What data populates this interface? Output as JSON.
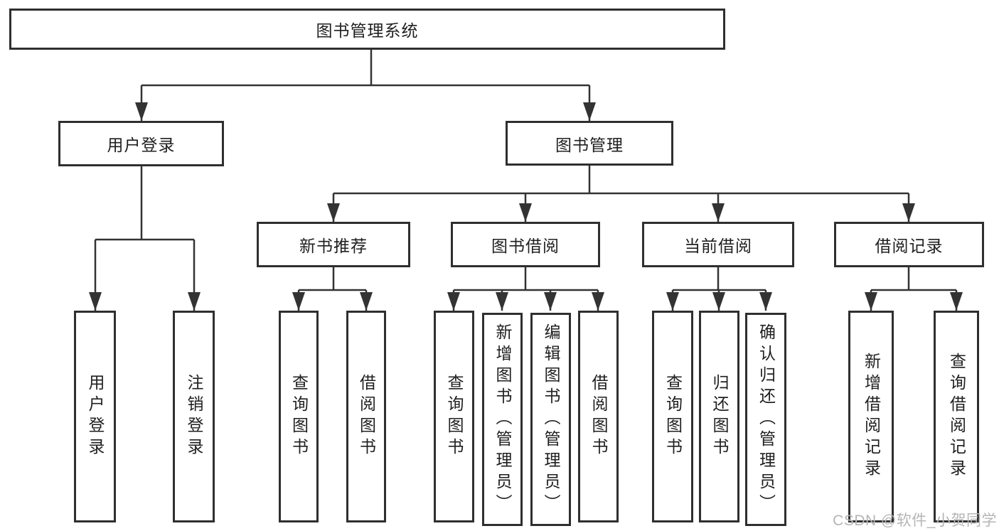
{
  "diagram": {
    "type": "tree",
    "title": "图书管理系统",
    "nodes": {
      "root": {
        "label": "图书管理系统"
      },
      "user_login": {
        "label": "用户登录"
      },
      "book_mgmt": {
        "label": "图书管理"
      },
      "new_book_rec": {
        "label": "新书推荐"
      },
      "book_borrow": {
        "label": "图书借阅"
      },
      "current_borrow": {
        "label": "当前借阅"
      },
      "borrow_record": {
        "label": "借阅记录"
      },
      "login": {
        "label": "用户登录"
      },
      "logout": {
        "label": "注销登录"
      },
      "rec_query_book": {
        "label": "查询图书"
      },
      "rec_borrow_book": {
        "label": "借阅图书"
      },
      "bb_query_book": {
        "label": "查询图书"
      },
      "bb_add_book": {
        "label": "新增图书（管理员）"
      },
      "bb_edit_book": {
        "label": "编辑图书（管理员）"
      },
      "bb_borrow_book": {
        "label": "借阅图书"
      },
      "cb_query_book": {
        "label": "查询图书"
      },
      "cb_return_book": {
        "label": "归还图书"
      },
      "cb_confirm_return": {
        "label": "确认归还（管理员）"
      },
      "br_add_record": {
        "label": "新增借阅记录"
      },
      "br_query_record": {
        "label": "查询借阅记录"
      }
    },
    "edges": [
      {
        "from": "root",
        "to": [
          "user_login",
          "book_mgmt"
        ]
      },
      {
        "from": "user_login",
        "to": [
          "login",
          "logout"
        ]
      },
      {
        "from": "book_mgmt",
        "to": [
          "new_book_rec",
          "book_borrow",
          "current_borrow",
          "borrow_record"
        ]
      },
      {
        "from": "new_book_rec",
        "to": [
          "rec_query_book",
          "rec_borrow_book"
        ]
      },
      {
        "from": "book_borrow",
        "to": [
          "bb_query_book",
          "bb_add_book",
          "bb_edit_book",
          "bb_borrow_book"
        ]
      },
      {
        "from": "current_borrow",
        "to": [
          "cb_query_book",
          "cb_return_book",
          "cb_confirm_return"
        ]
      },
      {
        "from": "borrow_record",
        "to": [
          "br_add_record",
          "br_query_record"
        ]
      }
    ]
  },
  "watermark": {
    "text": "CSDN @软件_小贺同学"
  },
  "colors": {
    "line": "#333333",
    "box_border": "#2f2f2f",
    "text": "#1f1f1f",
    "background": "#ffffff",
    "watermark": "#b5b5b5"
  }
}
